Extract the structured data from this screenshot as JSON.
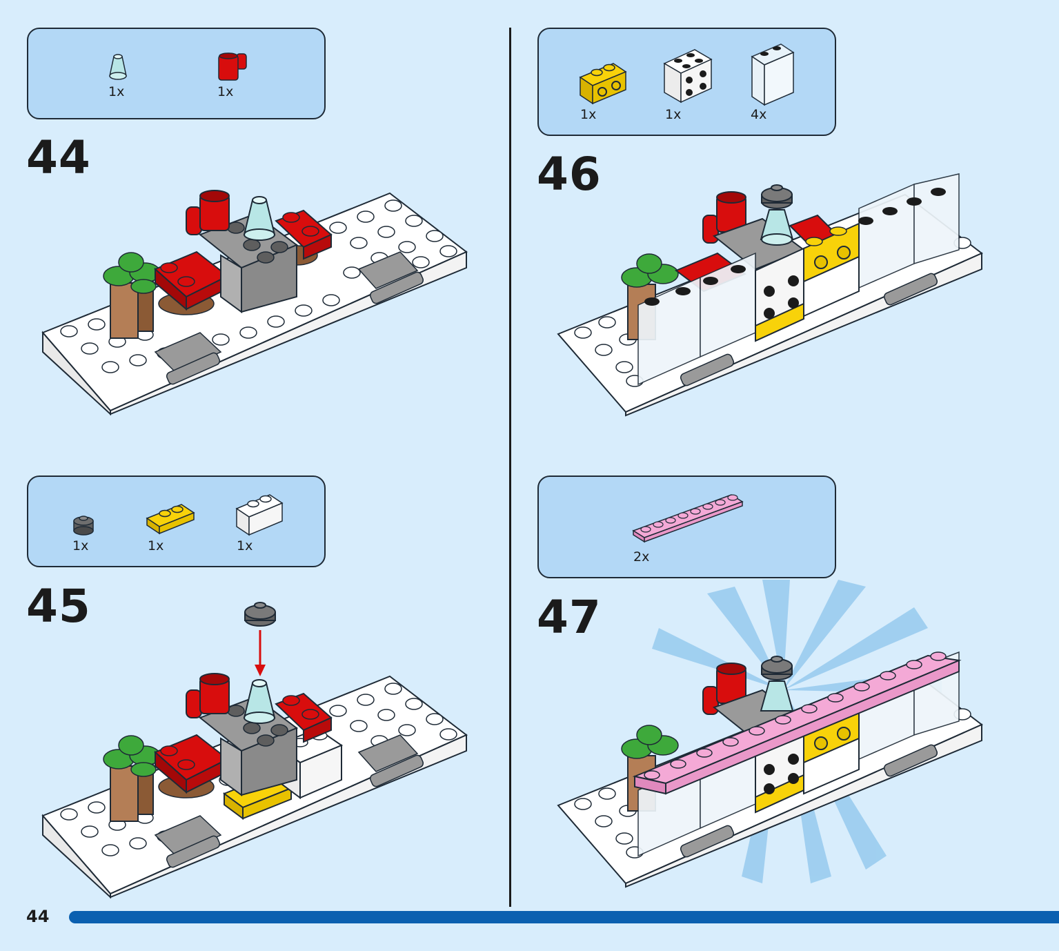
{
  "page_number": "44",
  "colors": {
    "background": "#d8edfc",
    "parts_box": "#b3d8f6",
    "progress_bar": "#0b60b0",
    "brick_white": "#ffffff",
    "brick_red": "#d80d0d",
    "brick_yellow": "#f8d20a",
    "brick_pink": "#f4a9d6",
    "brick_gray": "#9a9a9a",
    "brick_dark_gray": "#5e5e5e",
    "brick_brown": "#b47e56",
    "plant_green": "#3ea93b",
    "trans_clear": "#e9f2f8",
    "trans_light_blue": "#b8e6e6"
  },
  "steps": [
    {
      "number": "44",
      "parts": [
        {
          "icon": "trans-light-blue-cone-icon",
          "qty": "1x"
        },
        {
          "icon": "red-cup-icon",
          "qty": "1x"
        }
      ]
    },
    {
      "number": "45",
      "parts": [
        {
          "icon": "dark-gray-round-plate-icon",
          "qty": "1x"
        },
        {
          "icon": "yellow-plate-1x2-icon",
          "qty": "1x"
        },
        {
          "icon": "white-brick-1x2-icon",
          "qty": "1x"
        }
      ]
    },
    {
      "number": "46",
      "parts": [
        {
          "icon": "yellow-technic-brick-1x2-icon",
          "qty": "1x"
        },
        {
          "icon": "white-brick-2x2-side-studs-icon",
          "qty": "1x"
        },
        {
          "icon": "trans-clear-panel-icon",
          "qty": "4x"
        }
      ]
    },
    {
      "number": "47",
      "parts": [
        {
          "icon": "pink-plate-1x8-icon",
          "qty": "2x"
        }
      ]
    }
  ]
}
